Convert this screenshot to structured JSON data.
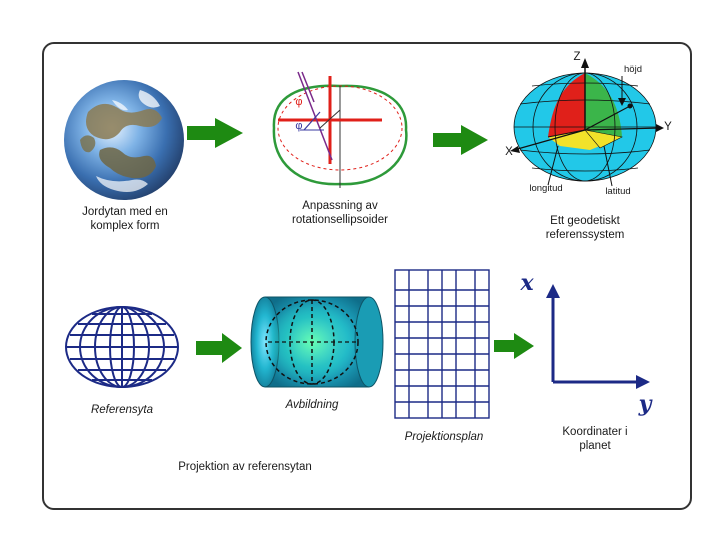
{
  "colors": {
    "arrow": "#1e8a12",
    "grid": "#1c2a86",
    "cylinder": "#1fb8c4",
    "red": "#e0201a",
    "green": "#3bb54a",
    "yellow": "#f2e22a",
    "globe_cyan": "#22c8e8"
  },
  "top_row": {
    "earth_caption": [
      "Jordytan med en",
      "komplex form"
    ],
    "ellipsoid_caption": [
      "Anpassning av",
      "rotationsellipsoider"
    ],
    "ellipsoid_symbol_upper": "φ",
    "ellipsoid_symbol_lower": "φ",
    "geodetic_caption": [
      "Ett geodetiskt",
      "referenssystem"
    ],
    "axis_z": "Z",
    "axis_x": "X",
    "axis_y": "Y",
    "label_height": "höjd",
    "label_longitude": "longitud",
    "label_latitude": "latitud"
  },
  "bottom_row": {
    "reference_surface": "Referensyta",
    "mapping": "Avbildning",
    "projection_plane": "Projektionsplan",
    "coordinates_caption": [
      "Koordinater i",
      "planet"
    ],
    "axis_x": "x",
    "axis_y": "y",
    "footer_caption": "Projektion av referensytan"
  }
}
